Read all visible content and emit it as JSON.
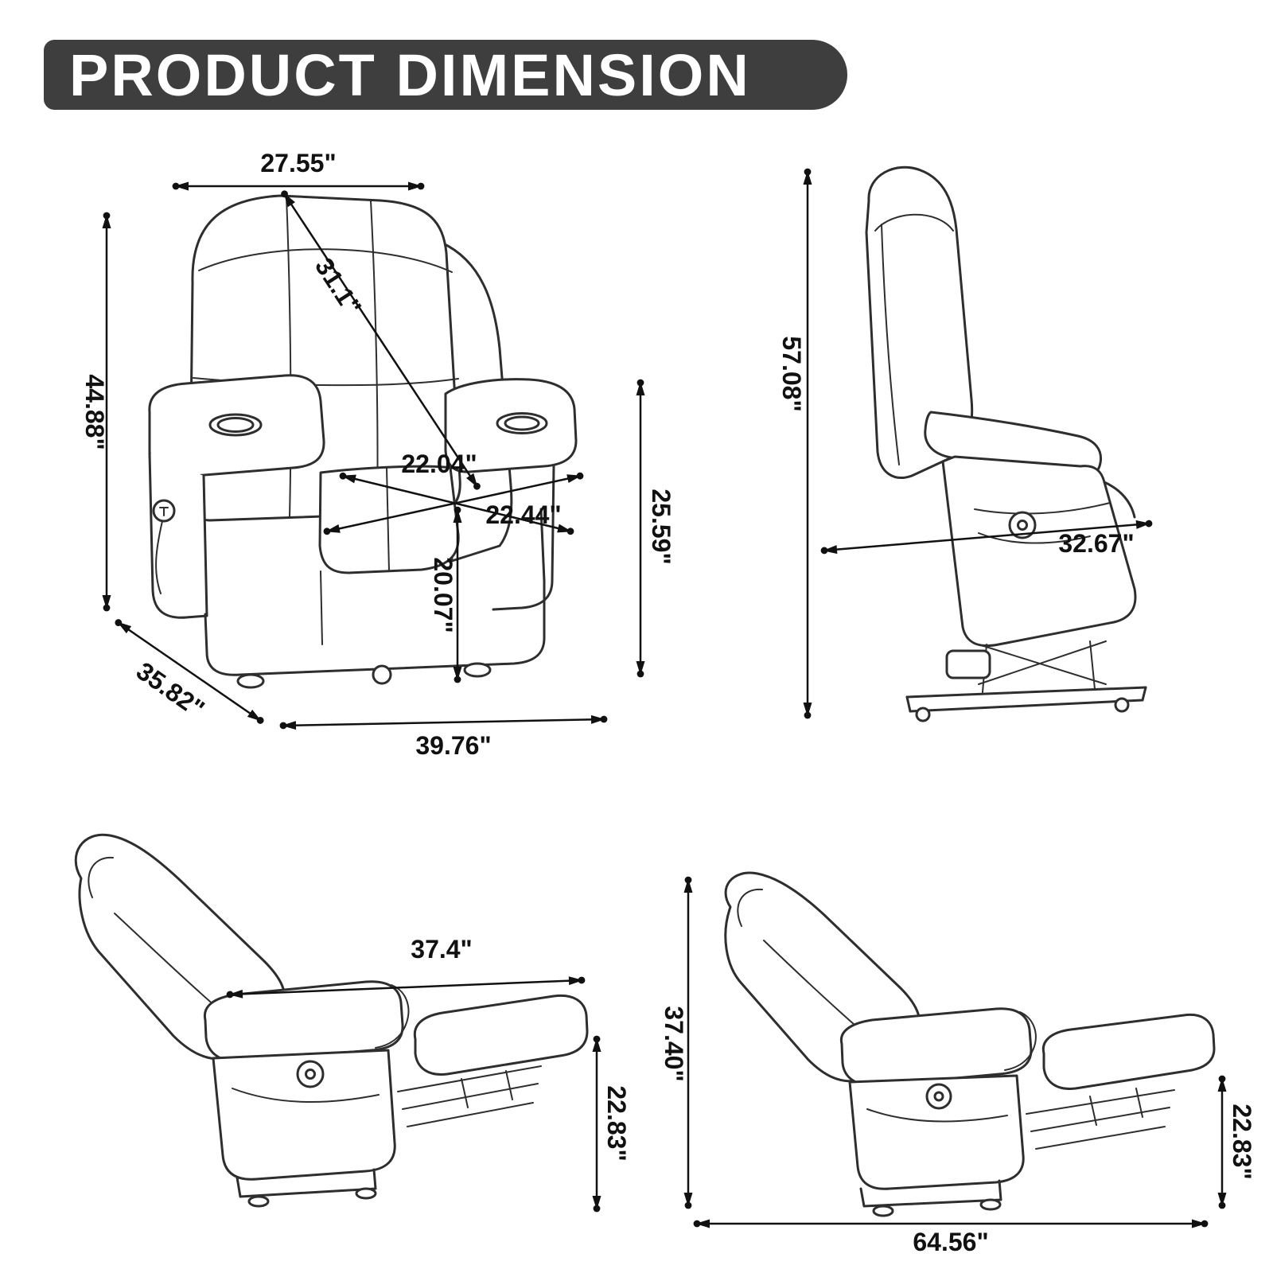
{
  "header": {
    "title": "PRODUCT DIMENSION"
  },
  "views": {
    "front": {
      "label": "front-three-quarter-view",
      "dims": {
        "top_width": "27.55\"",
        "back_height_diag": "31.1\"",
        "overall_height": "44.88\"",
        "seat_width": "22.04\"",
        "seat_depth": "22.44\"",
        "arm_height": "25.59\"",
        "seat_height": "20.07\"",
        "overall_depth": "35.82\"",
        "overall_width": "39.76\""
      }
    },
    "lifted": {
      "label": "side-view-lifted-position",
      "dims": {
        "lifted_height": "57.08\"",
        "diag_depth": "32.67\""
      }
    },
    "reclined_side": {
      "label": "side-view-reclined",
      "dims": {
        "recline_depth": "37.4\"",
        "footrest_height": "22.83\""
      }
    },
    "reclined_full": {
      "label": "side-view-fully-reclined",
      "dims": {
        "reclined_height": "37.40\"",
        "footrest_height": "22.83\"",
        "reclined_length": "64.56\""
      }
    }
  }
}
